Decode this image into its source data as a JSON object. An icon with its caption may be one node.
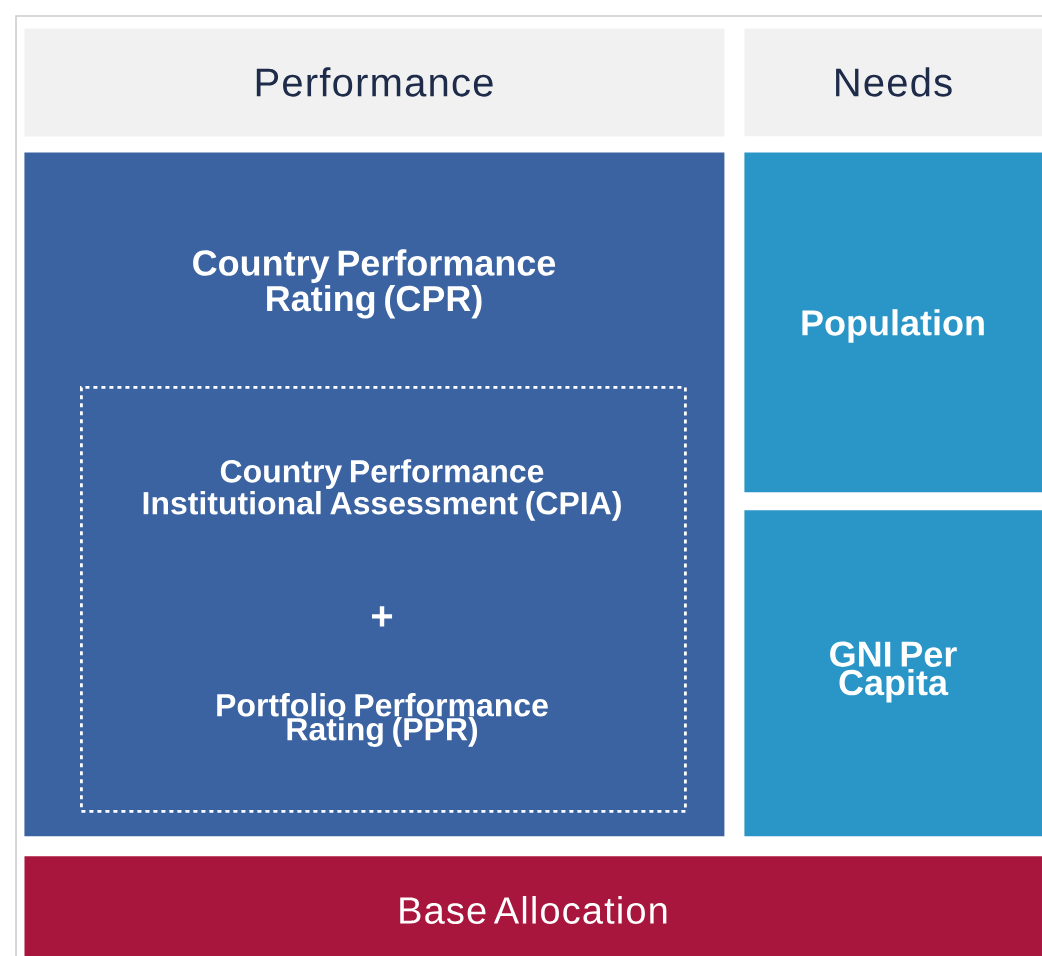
{
  "diagram": {
    "nodes": [
      {
        "text": [
          "Performance"
        ]
      },
      {
        "text": [
          "Needs"
        ]
      },
      {
        "text": [
          "Country Performance Rating (CPR)"
        ]
      },
      {
        "text": [
          "Country Performance Institutional Assessment (CPIA)",
          "+",
          "Portfolio Performance Rating (PPR)"
        ],
        "in": 2
      },
      {
        "text": [
          "Population"
        ]
      },
      {
        "text": [
          "GNI Per Capita"
        ]
      },
      {
        "text": [
          "Base Allocation"
        ]
      }
    ]
  }
}
